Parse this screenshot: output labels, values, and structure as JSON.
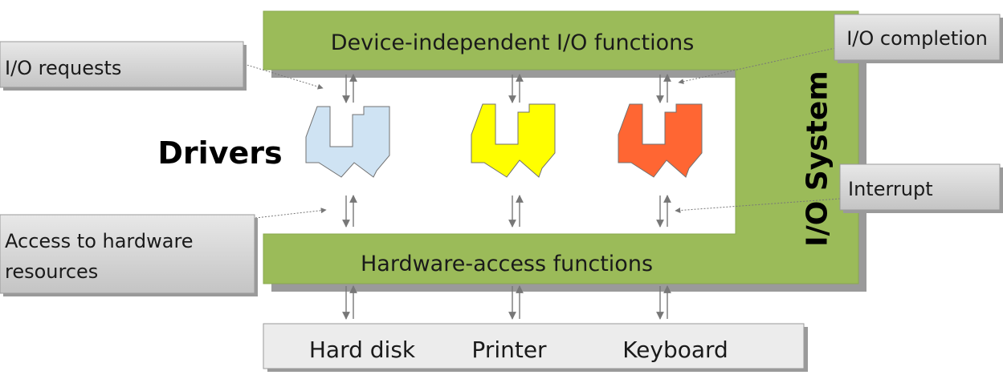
{
  "io_system": {
    "title": "I/O System",
    "top_band": "Device-independent I/O functions",
    "bottom_band": "Hardware-access functions",
    "color": "#9bbb59"
  },
  "drivers": {
    "label": "Drivers",
    "colors": [
      "#cfe3f3",
      "#ffff00",
      "#ff6633"
    ]
  },
  "callouts": {
    "io_requests": "I/O requests",
    "io_completion": "I/O completion",
    "interrupt": "Interrupt",
    "hardware_access": [
      "Access to hardware",
      "resources"
    ]
  },
  "devices": [
    "Hard disk",
    "Printer",
    "Keyboard"
  ]
}
